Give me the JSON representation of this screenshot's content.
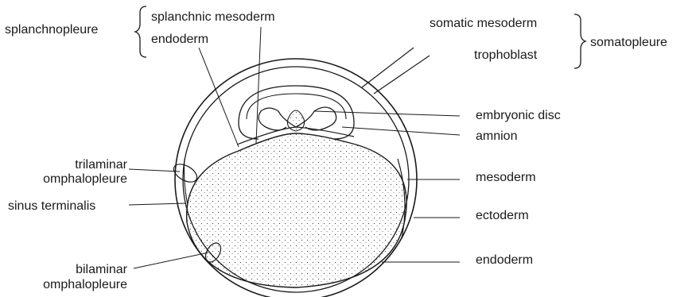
{
  "labels": {
    "splanchnopleure": "splanchnopleure",
    "splanchnic_mesoderm": "splanchnic mesoderm",
    "endoderm_top": "endoderm",
    "somatic_mesoderm": "somatic mesoderm",
    "trophoblast": "trophoblast",
    "somatopleure": "somatopleure",
    "embryonic_disc": "embryonic disc",
    "amnion": "amnion",
    "trilaminar_1": "trilaminar",
    "trilaminar_2": "omphalopleure",
    "sinus_terminalis": "sinus terminalis",
    "mesoderm": "mesoderm",
    "ectoderm": "ectoderm",
    "bilaminar_1": "bilaminar",
    "bilaminar_2": "omphalopleure",
    "endoderm_bottom": "endoderm"
  }
}
